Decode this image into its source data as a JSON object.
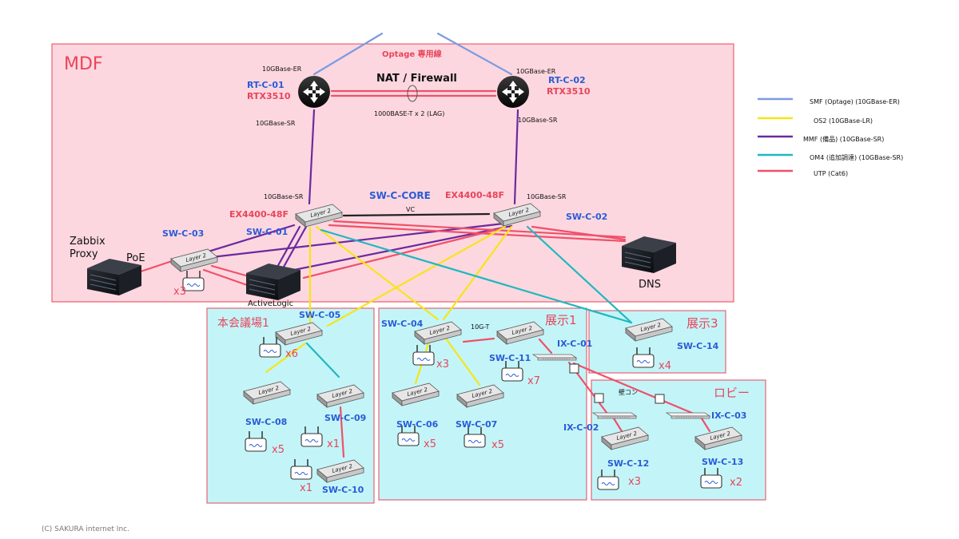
{
  "colors": {
    "smf": "#7b9ce0",
    "os2": "#f5e51a",
    "mmf": "#6a2aa0",
    "om4": "#1fb8c0",
    "utp": "#f0506a",
    "mdf_fill": "#fdd7df",
    "zone_fill": "#c3f5f8",
    "zone_border": "#e8455a",
    "name_blue": "#2a5bd7",
    "name_red": "#e8455a"
  },
  "zones": {
    "mdf": "MDF",
    "hall1": "本会議場1",
    "exhibit1": "展示1",
    "exhibit3": "展示3",
    "lobby": "ロビー"
  },
  "labels": {
    "optage": "Optage 専用線",
    "nat_fw": "NAT / Firewall",
    "lag": "1000BASE-T x 2 (LAG)",
    "er_left": "10GBase-ER",
    "er_right": "10GBase-ER",
    "sr_rt_left": "10GBase-SR",
    "sr_rt_right": "10GBase-SR",
    "sr_sw_left": "10GBase-SR",
    "sr_sw_right": "10GBase-SR",
    "core": "SW-C-CORE",
    "vc": "VC",
    "ex_left": "EX4400-48F",
    "ex_right": "EX4400-48F",
    "ten_g_t": "10G-T",
    "wall": "壁コン",
    "poe": "PoE",
    "copyright": "(C) SAKURA internet Inc."
  },
  "routers": {
    "rt1_name": "RT-C-01",
    "rt1_model": "RTX3510",
    "rt2_name": "RT-C-02",
    "rt2_model": "RTX3510"
  },
  "switch_glyph": "Layer 2",
  "switches": {
    "sw01": "SW-C-01",
    "sw02": "SW-C-02",
    "sw03": "SW-C-03",
    "sw04": "SW-C-04",
    "sw05": "SW-C-05",
    "sw06": "SW-C-06",
    "sw07": "SW-C-07",
    "sw08": "SW-C-08",
    "sw09": "SW-C-09",
    "sw10": "SW-C-10",
    "sw11": "SW-C-11",
    "sw12": "SW-C-12",
    "sw13": "SW-C-13",
    "sw14": "SW-C-14"
  },
  "ix": {
    "ix01": "IX-C-01",
    "ix02": "IX-C-02",
    "ix03": "IX-C-03"
  },
  "servers": {
    "zabbix": "Zabbix\nProxy",
    "activelogic": "ActiveLogic",
    "dns": "DNS"
  },
  "ap_counts": {
    "sw03": "x3",
    "sw05": "x6",
    "sw04": "x3",
    "sw11": "x7",
    "sw14": "x4",
    "sw08": "x5",
    "sw09": "x1",
    "sw10": "x1",
    "sw06": "x5",
    "sw07": "x5",
    "sw12": "x3",
    "sw13": "x2"
  },
  "legend": [
    {
      "type": "smf",
      "label": "SMF (Optage) (10GBase-ER)"
    },
    {
      "type": "os2",
      "label": "OS2 (10GBase-LR)"
    },
    {
      "type": "mmf",
      "label": "MMF (備品) (10GBase-SR)"
    },
    {
      "type": "om4",
      "label": "OM4 (追加調達) (10GBase-SR)"
    },
    {
      "type": "utp",
      "label": "UTP (Cat6)"
    }
  ]
}
